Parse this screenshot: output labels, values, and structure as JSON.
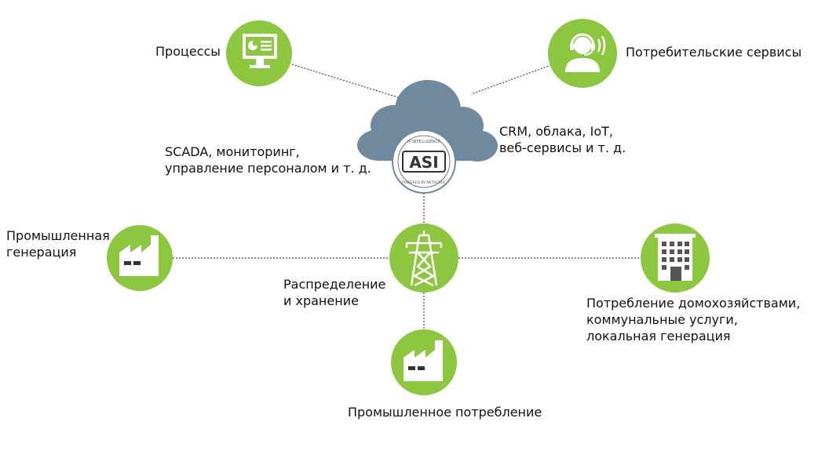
{
  "diagram": {
    "nodes": {
      "processes": {
        "label": "Процессы",
        "icon": "monitor-chart-icon"
      },
      "consumer_services": {
        "label": "Потребительские сервисы",
        "icon": "headset-operator-icon"
      },
      "cloud": {
        "icon": "cloud-icon",
        "badge_text": "ASI",
        "badge_top_text": "IP INTELLIGENCE",
        "badge_bottom_text": "POWERED BY NETSCOUT"
      },
      "industrial_generation": {
        "label": "Промышленная\nгенерация",
        "icon": "factory-icon"
      },
      "distribution": {
        "label": "Распределение\nи хранение",
        "icon": "power-tower-icon"
      },
      "household": {
        "label": "Потребление  домохозяйствами,\nкоммунальные услуги,\nлокальная генерация",
        "icon": "apartment-building-icon"
      },
      "industrial_consumption": {
        "label": "Промышленное потребление",
        "icon": "factory-icon"
      }
    },
    "annotations": {
      "scada": "SCADA, мониторинг,\nуправление персоналом и т. д.",
      "crm": "CRM, облака, IoT,\nвеб-сервисы и т. д."
    },
    "colors": {
      "node_fill": "#8dc63f",
      "icon": "#ffffff",
      "cloud": "#6f8a9e",
      "badge": "#ffffff",
      "connector": "#444444"
    }
  }
}
